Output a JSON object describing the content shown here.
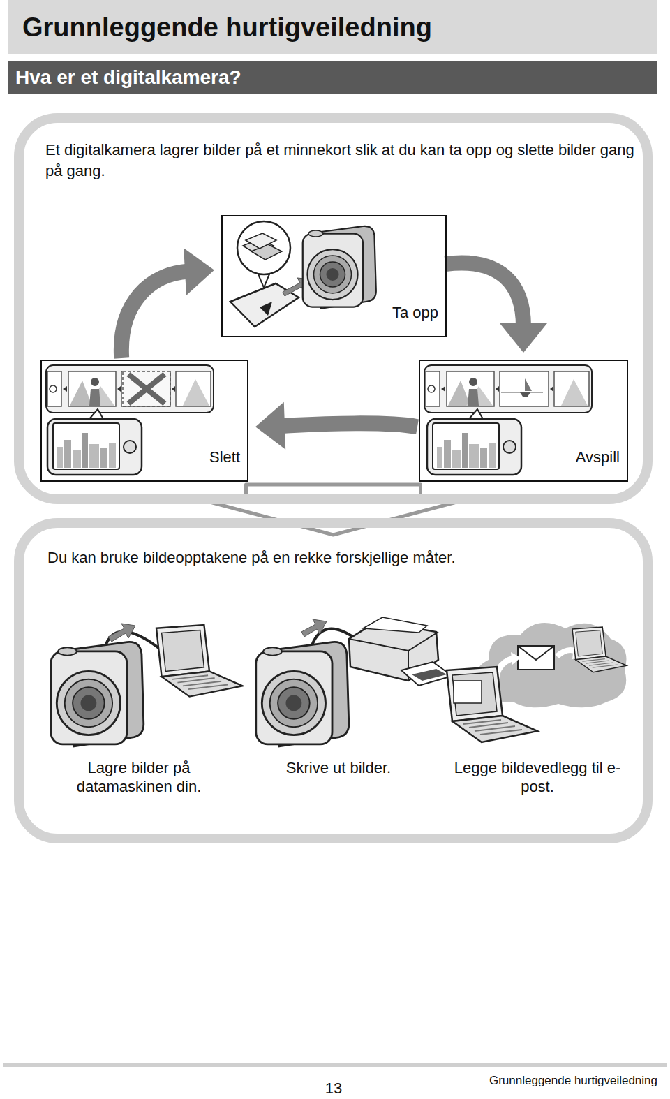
{
  "diagram": {
    "title": "Grunnleggende hurtigveiledning",
    "nodes": [
      {
        "text": [
          "Et digitalkamera lagrer bilder på et minnekort slik at du kan ta opp og slette bilder gang på gang."
        ]
      },
      {
        "text": [
          "Ta opp"
        ],
        "in": 0
      },
      {
        "text": [
          "Slett"
        ],
        "in": 0
      },
      {
        "text": [
          "Avspill"
        ],
        "in": 0
      },
      {
        "text": [
          "Du kan bruke bildeopptakene på en rekke forskjellige måter."
        ]
      }
    ],
    "edges": [
      {
        "from": 1,
        "to": 3,
        "arrow": "to"
      },
      {
        "from": 3,
        "to": 2,
        "arrow": "to"
      },
      {
        "from": 2,
        "to": 1,
        "arrow": "to"
      },
      {
        "from": 0,
        "to": 4,
        "arrow": "to"
      }
    ],
    "labels": [
      "Hva er et digitalkamera?",
      "Lagre bilder på datamaskinen din.",
      "Skrive ut bilder.",
      "Legge bildevedlegg til e-post.",
      "13",
      "Grunnleggende hurtigveiledning"
    ]
  }
}
